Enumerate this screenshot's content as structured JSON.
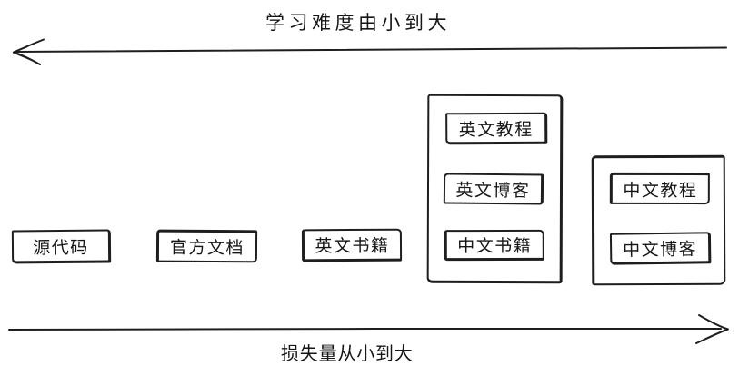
{
  "diagram": {
    "top_axis": {
      "label": "学习难度由小到大",
      "direction": "left"
    },
    "bottom_axis": {
      "label": "损失量从小到大",
      "direction": "right"
    },
    "boxes": [
      {
        "label": "源代码"
      },
      {
        "label": "官方文档"
      },
      {
        "label": "英文书籍"
      }
    ],
    "group_left": {
      "items": [
        {
          "label": "英文教程"
        },
        {
          "label": "英文博客"
        },
        {
          "label": "中文书籍"
        }
      ]
    },
    "group_right": {
      "items": [
        {
          "label": "中文教程"
        },
        {
          "label": "中文博客"
        }
      ]
    },
    "colors": {
      "stroke": "#1e1e1e",
      "background": "#ffffff"
    }
  }
}
